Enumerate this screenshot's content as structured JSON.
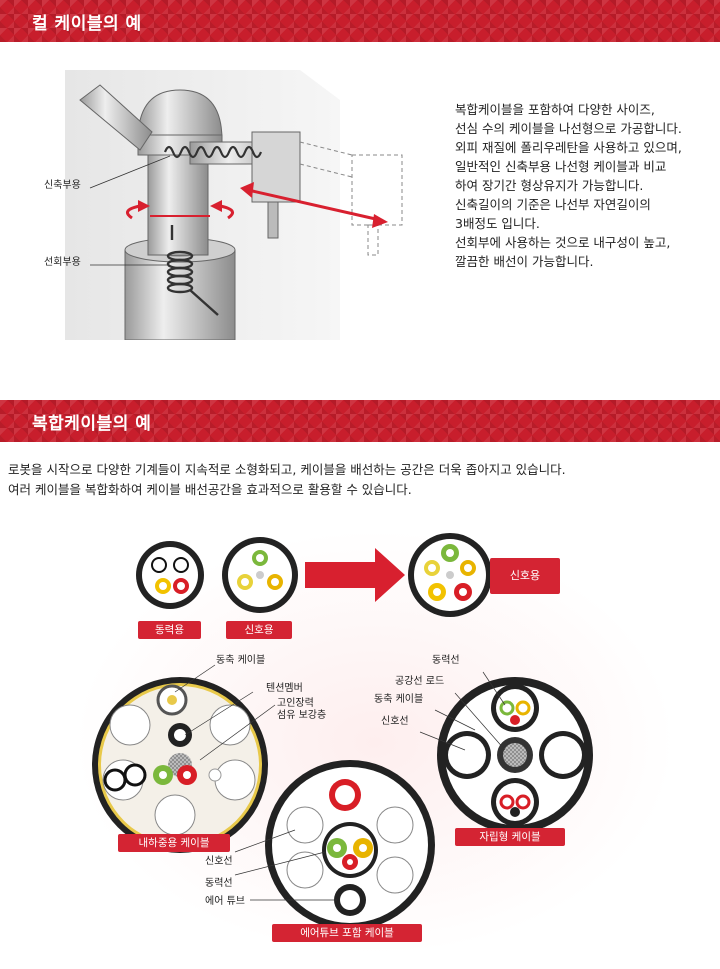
{
  "section1": {
    "banner_title": "컬 케이블의 예",
    "labels": {
      "extension": "신축부용",
      "rotation": "선회부용"
    },
    "paragraph": [
      "복합케이블을 포함하여 다양한 사이즈,",
      "선심 수의 케이블을 나선형으로 가공합니다.",
      "외피 재질에 폴리우레탄을 사용하고 있으며,",
      "일반적인 신축부용 나선형 케이블과 비교",
      "하여 장기간 형상유지가 가능합니다.",
      "신축길이의 기준은 나선부 자연길이의",
      "3배정도 입니다.",
      "선회부에 사용하는 것으로 내구성이 높고,",
      "깔끔한 배선이 가능합니다."
    ]
  },
  "section2": {
    "banner_title": "복합케이블의 예",
    "intro": [
      "로봇을 시작으로 다양한 기계들이 지속적로 소형화되고, 케이블을 배선하는 공간은 더욱 좁아지고 있습니다.",
      "여러 케이블을 복합화하여 케이블 배선공간을 효과적으로 활용할 수 있습니다."
    ],
    "tags": {
      "power": "동력용",
      "signal": "신호용",
      "signal_result": "신호용",
      "heavy_load": "내하중용 케이블",
      "self_supporting": "자립형 케이블",
      "air_tube": "에어튜브 포함 케이블"
    },
    "labels": {
      "coax_top": "동축 케이블",
      "tension_member": "텐션멤버",
      "hi_tension_fiber_1": "고인장력",
      "hi_tension_fiber_2": "섬유 보강층",
      "power_line_right": "동력선",
      "steel_rod": "공강선 로드",
      "coax_right": "동축 케이블",
      "signal_line_right": "신호선",
      "signal_line_bottom": "신호선",
      "power_line_bottom": "동력선",
      "air_tube": "에어 튜브"
    }
  },
  "colors": {
    "banner_red": "#c81e2c",
    "tag_red": "#d42433",
    "arrow_red": "#d8202f"
  }
}
